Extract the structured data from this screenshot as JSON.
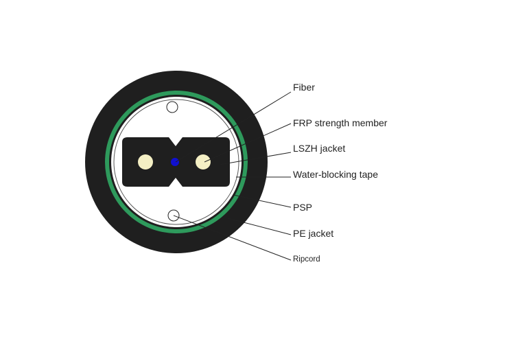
{
  "labels": {
    "fiber": "Fiber",
    "frp": "FRP strength member",
    "lszh": "LSZH jacket",
    "water_blocking": "Water-blocking tape",
    "psp": "PSP",
    "pe_jacket": "PE jacket",
    "ripcord": "Ripcord"
  },
  "colors": {
    "pe_jacket": "#1f1f1f",
    "psp": "#2e9a5c",
    "water_blocking": "#ffffff",
    "lszh_jacket": "#1f1f1f",
    "frp": "#f4efc4",
    "fiber": "#1010d0",
    "ripcord": "#ffffff",
    "leader_line": "#222222"
  }
}
